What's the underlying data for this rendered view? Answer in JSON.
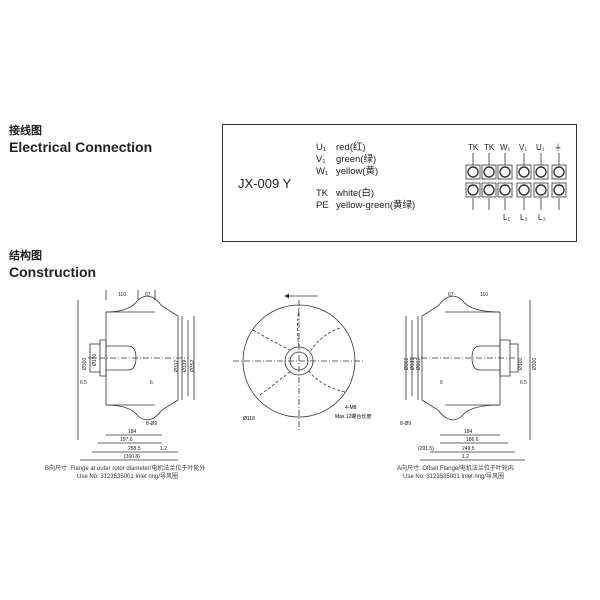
{
  "electrical": {
    "title_cn": "接线图",
    "title_en": "Electrical Connection",
    "model": "JX-009 Y",
    "wires": [
      {
        "code": "U₁",
        "color": "red(红)"
      },
      {
        "code": "V₁",
        "color": "green(绿)"
      },
      {
        "code": "W₁",
        "color": "yellow(黄)"
      },
      {
        "code": "TK",
        "color": "white(白)"
      },
      {
        "code": "PE",
        "color": "yellow-green(黄绿)"
      }
    ],
    "terminals_top": [
      "TK",
      "TK",
      "W₁",
      "V₁",
      "U₁",
      "⏚"
    ],
    "terminals_bottom": [
      "L₁",
      "L₂",
      "L₃"
    ]
  },
  "construction": {
    "title_cn": "结构图",
    "title_en": "Construction",
    "left_view": {
      "dims": [
        "110",
        "67",
        "Ø300",
        "Ø100",
        "Ø317",
        "Ø339",
        "Ø352",
        "6.5",
        "6",
        "184",
        "197.6",
        "258.5",
        "1.2",
        "(300.8)",
        "8-Ø9"
      ],
      "caption1": "B向尺寸: Flange at outer rotor diameter/电机法兰位于叶轮外",
      "caption2": "Use No:  3123535001  Inlet ring/导风圈"
    },
    "center_view": {
      "dims": [
        "Ø118",
        "4-M8",
        "Max.12螺合长度"
      ]
    },
    "right_view": {
      "dims": [
        "67",
        "110",
        "Ø352",
        "Ø339",
        "Ø317",
        "Ø100",
        "Ø300",
        "6",
        "6.5",
        "8-Ø9",
        "184",
        "186.6",
        "249.5",
        "1.2",
        "(291.5)"
      ],
      "caption1": "A向尺寸: Offset Flange/电机法兰位于叶轮内",
      "caption2": "Use No:  3123535001  Inlet ring/导风圈"
    }
  }
}
